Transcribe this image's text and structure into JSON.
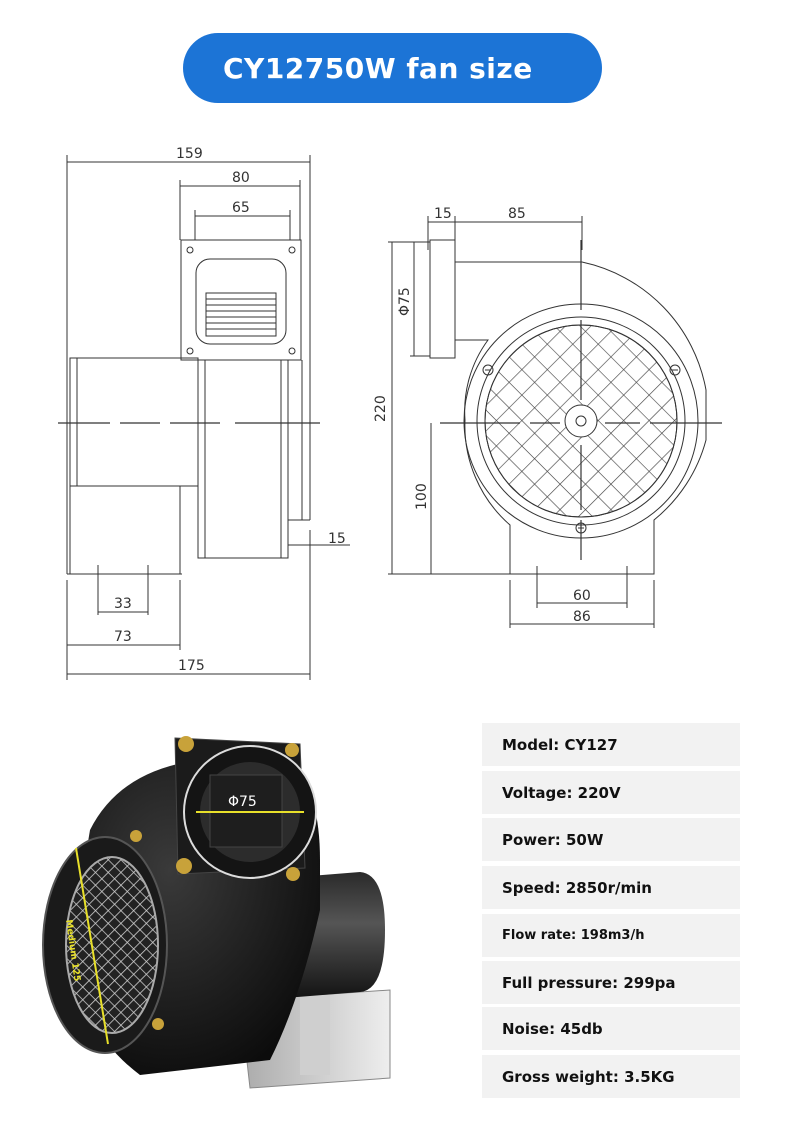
{
  "title": "CY12750W fan size",
  "side_view": {
    "dims": {
      "d159": "159",
      "d80": "80",
      "d65": "65",
      "d15": "15",
      "d33": "33",
      "d73": "73",
      "d175": "175"
    }
  },
  "front_view": {
    "dims": {
      "d15": "15",
      "d85": "85",
      "phi75": "Φ75",
      "d220": "220",
      "d100": "100",
      "d60": "60",
      "d86": "86"
    }
  },
  "photo": {
    "outlet_label": "Φ75",
    "inlet_label": "Medium 125"
  },
  "specs": [
    "Model: CY127",
    "Voltage: 220V",
    "Power: 50W",
    "Speed: 2850r/min",
    "Flow rate: 198m3/h",
    "Full pressure: 299pa",
    "Noise: 45db",
    "Gross weight: 3.5KG"
  ],
  "colors": {
    "title_bg": "#1c74d6",
    "spec_bg": "#f2f2f2",
    "label_yellow": "#e8e02a"
  }
}
